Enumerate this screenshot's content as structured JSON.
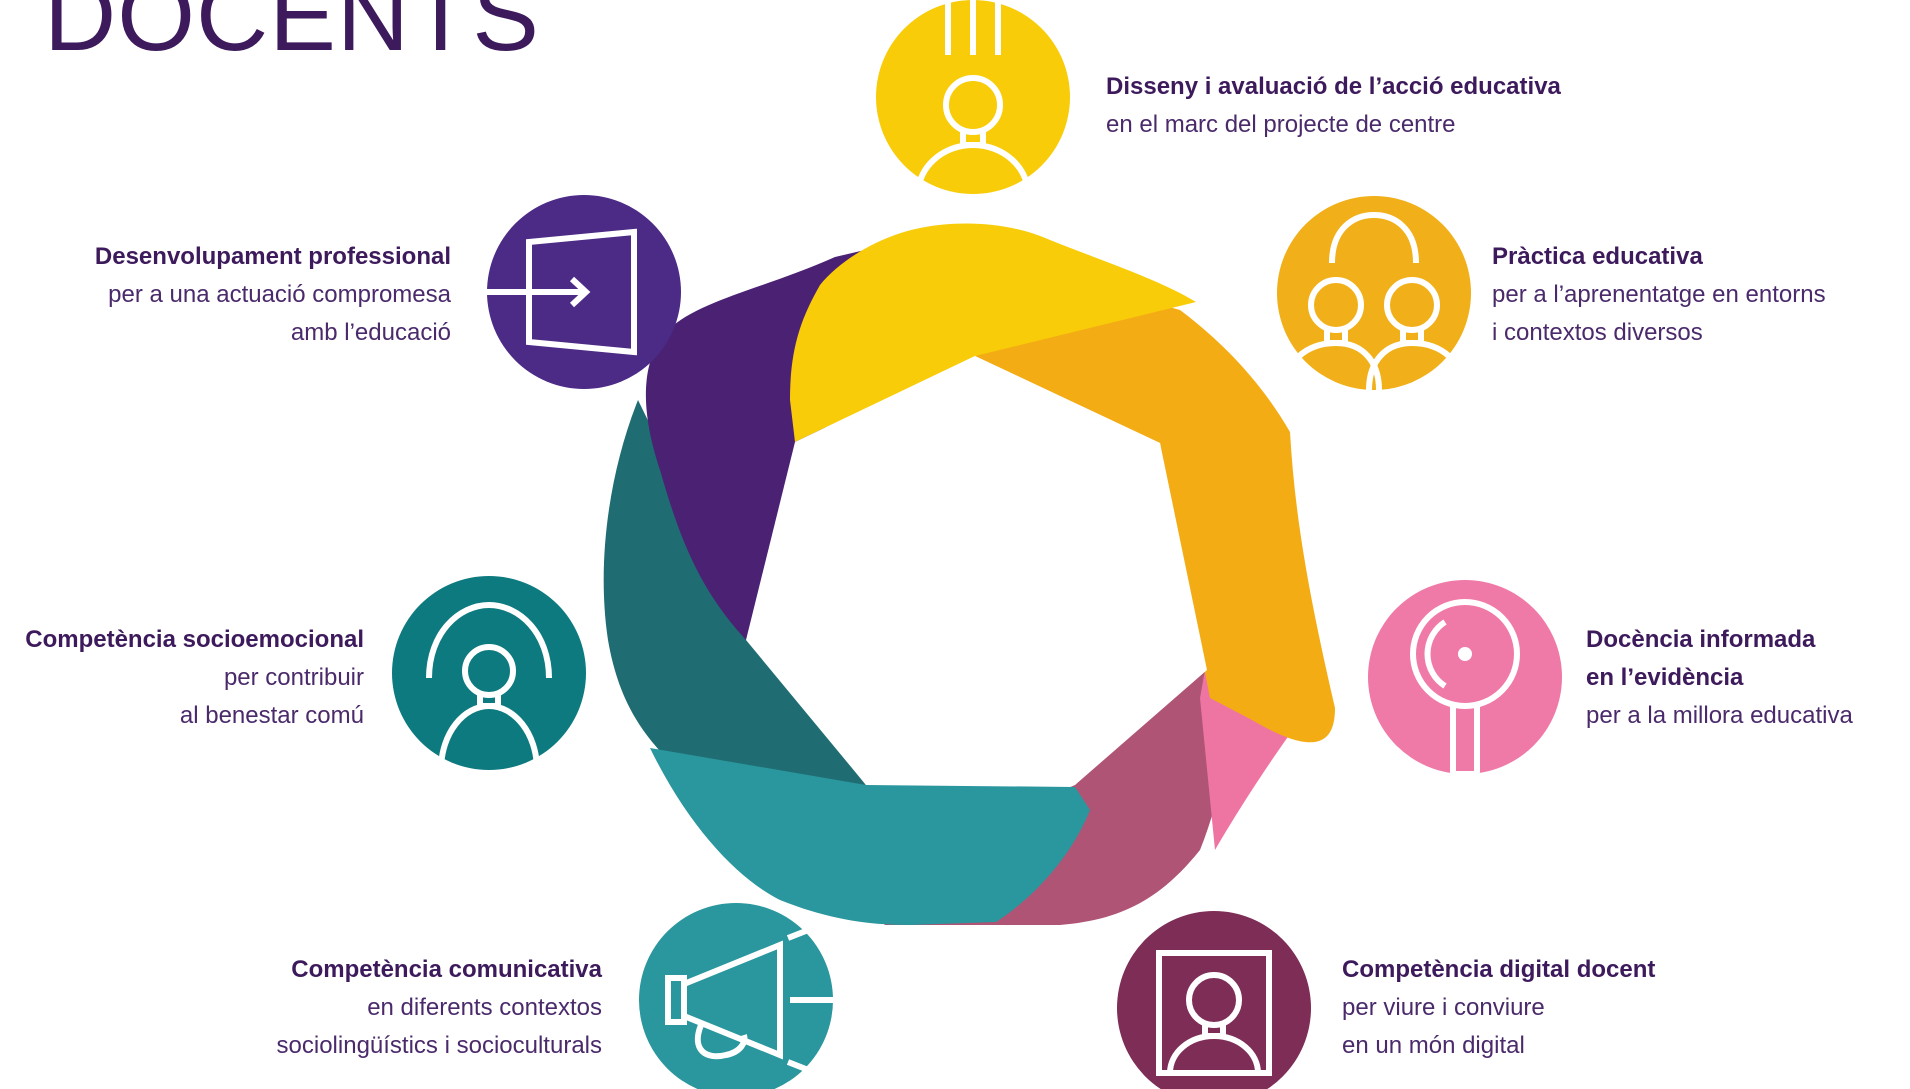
{
  "title": "DOCENTS",
  "colors": {
    "yellow": "#f8cc09",
    "amber": "#f4ac14",
    "pink": "#ee74a2",
    "plum": "#b05475",
    "teal": "#2a969d",
    "dark_teal": "#1f6d72",
    "purple": "#4b2174",
    "title": "#3d1a5b"
  },
  "competencies": [
    {
      "id": "disseny",
      "bold": [
        "Disseny i avaluació de l’acció educativa"
      ],
      "desc": [
        "en el marc del projecte de centre"
      ],
      "color": "#f8cc09",
      "icon": "person-ideas-icon"
    },
    {
      "id": "practica",
      "bold": [
        "Pràctica educativa"
      ],
      "desc": [
        "per a l’aprenentatge en entorns",
        "i contextos diversos"
      ],
      "color": "#f1b01a",
      "icon": "group-icon"
    },
    {
      "id": "docencia",
      "bold": [
        "Docència informada",
        "en l’evidència"
      ],
      "desc": [
        "per a la millora educativa"
      ],
      "color": "#f07aa7",
      "icon": "magnifier-icon"
    },
    {
      "id": "digital",
      "bold": [
        "Competència digital docent"
      ],
      "desc": [
        "per viure i conviure",
        "en un món digital"
      ],
      "color": "#7e2d56",
      "icon": "person-screen-icon"
    },
    {
      "id": "comunicativa",
      "bold": [
        "Competència comunicativa"
      ],
      "desc": [
        "en diferents contextos",
        "sociolingüístics i socioculturals"
      ],
      "color": "#2a969d",
      "icon": "megaphone-icon"
    },
    {
      "id": "socioemocional",
      "bold": [
        "Competència socioemocional"
      ],
      "desc": [
        "per contribuir",
        "al benestar comú"
      ],
      "color": "#0d7a7f",
      "icon": "person-arcs-icon"
    },
    {
      "id": "desenvolupament",
      "bold": [
        "Desenvolupament professional"
      ],
      "desc": [
        "per a una actuació compromesa",
        "amb l’educació"
      ],
      "color": "#4b2b86",
      "icon": "door-arrow-icon"
    }
  ]
}
